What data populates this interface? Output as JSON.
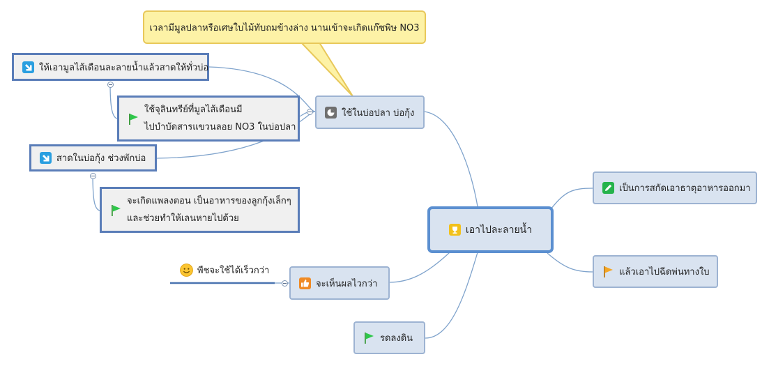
{
  "callout": {
    "text": "เวลามีมูลปลาหรือเศษใบไม้ทับถมข้างล่าง นานเข้าจะเกิดแก๊ซพิษ NO3"
  },
  "central": {
    "text": "เอาไปละลายน้ำ",
    "icon": "trophy-icon"
  },
  "topics": {
    "pond": {
      "text": "ใช้ในบ่อปลา บ่อกุ้ง",
      "icon": "pie-chart-icon"
    },
    "faster": {
      "text": "จะเห็นผลไวกว่า",
      "icon": "thumbs-up-icon"
    },
    "soil": {
      "text": "รดลงดิน",
      "icon": "green-flag-icon"
    },
    "extract": {
      "text": "เป็นการสกัดเอาธาตุอาหารออกมา",
      "icon": "pencil-icon"
    },
    "spray": {
      "text": "แล้วเอาไปฉีดพ่นทางใบ",
      "icon": "orange-flag-icon"
    }
  },
  "subtopics": {
    "earthworm": {
      "text": "ให้เอามูลไส้เดือนละลายน้ำแล้วสาดให้ทั่วบ่อ",
      "icon": "arrow-down-right-icon"
    },
    "microbes": {
      "lines": [
        "ใช้จุลินทรีย์ที่มูลไส้เดือนมี",
        "ไปบำบัดสารแขวนลอย NO3 ในบ่อปลา"
      ],
      "icon": "green-flag-icon"
    },
    "shrimp": {
      "text": "สาดในบ่อกุ้ง ช่วงพักบ่อ",
      "icon": "arrow-down-right-icon"
    },
    "plankton": {
      "lines": [
        "จะเกิดแพลงตอน เป็นอาหารของลูกกุ้งเล็กๆ",
        "และช่วยทำให้เลนหายไปด้วย"
      ],
      "icon": "green-flag-icon"
    }
  },
  "floating": {
    "text": "พืชจะใช้ได้เร็วกว่า",
    "icon": "smiley-icon"
  },
  "colors": {
    "connector": "#7fa3cc",
    "node_fill": "#d9e3f0",
    "node_border": "#5a7db8",
    "callout_fill": "#fdf2a6",
    "callout_border": "#e8c85a"
  }
}
